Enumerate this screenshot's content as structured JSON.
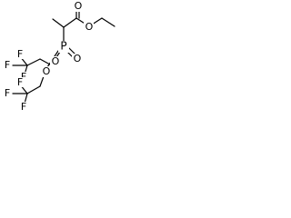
{
  "molecule": {
    "atoms": {
      "carbonyl_o": "O",
      "ester_o": "O",
      "phosphorus": "P",
      "phosphoryl_o": "O",
      "ether_o_upper": "O",
      "ether_o_lower": "O",
      "f_upper_1": "F",
      "f_upper_2": "F",
      "f_upper_3": "F",
      "f_lower_1": "F",
      "f_lower_2": "F",
      "f_lower_3": "F"
    }
  }
}
